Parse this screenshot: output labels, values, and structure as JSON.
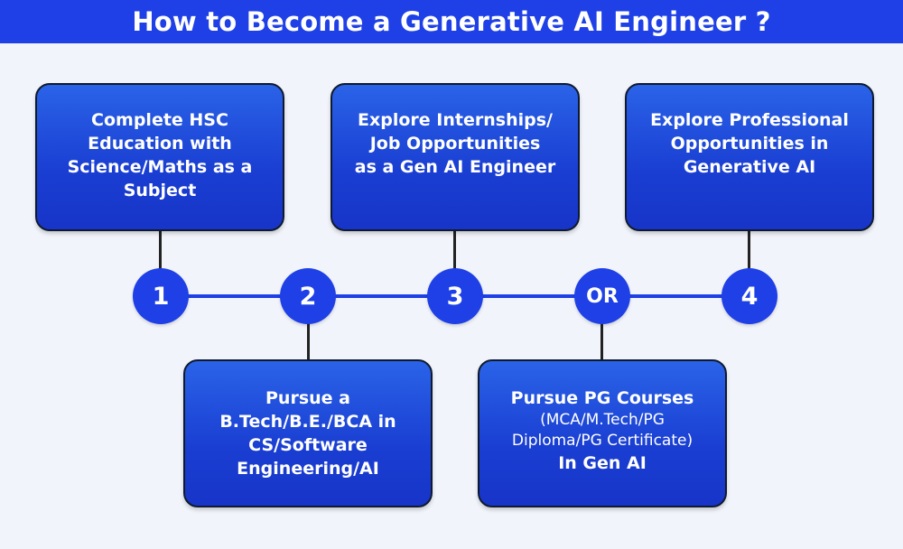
{
  "title": "How to Become a Generative AI Engineer ?",
  "colors": {
    "accent": "#1e40e6",
    "panel_background": "#f1f4fa",
    "card_border": "#0f1a2e",
    "connector": "#222222"
  },
  "nodes": [
    {
      "label": "1"
    },
    {
      "label": "2"
    },
    {
      "label": "3"
    },
    {
      "label": "OR"
    },
    {
      "label": "4"
    }
  ],
  "steps": {
    "hsc": {
      "lines": [
        "Complete HSC",
        "Education with",
        "Science/Maths as a",
        "Subject"
      ]
    },
    "btech": {
      "lines": [
        "Pursue a",
        "B.Tech/B.E./BCA in",
        "CS/Software",
        "Engineering/AI"
      ]
    },
    "internships": {
      "lines": [
        "Explore Internships/",
        "Job Opportunities",
        "as a Gen AI Engineer"
      ]
    },
    "pg_courses": {
      "heading": "Pursue PG Courses",
      "detail_lines": [
        "(MCA/M.Tech/PG",
        "Diploma/PG Certificate)"
      ],
      "footer": "In Gen AI"
    },
    "professional": {
      "lines": [
        "Explore Professional",
        "Opportunities in",
        "Generative AI"
      ]
    }
  }
}
